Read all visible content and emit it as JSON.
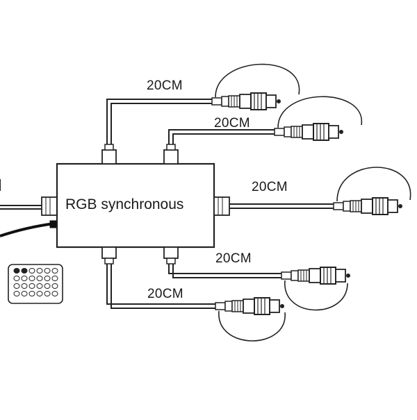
{
  "controller": {
    "label": "RGB synchronous"
  },
  "cables": [
    {
      "id": "top-1",
      "length_label": "20CM"
    },
    {
      "id": "top-2",
      "length_label": "20CM"
    },
    {
      "id": "middle",
      "length_label": "20CM"
    },
    {
      "id": "bottom-1",
      "length_label": "20CM"
    },
    {
      "id": "bottom-2",
      "length_label": "20CM"
    }
  ],
  "icons": {
    "remote": "ir-remote-icon",
    "connector": "waterproof-connector-icon"
  },
  "colors": {
    "line": "#222222",
    "background": "#ffffff"
  }
}
